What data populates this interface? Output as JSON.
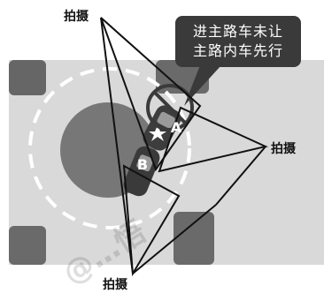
{
  "callout": {
    "line1": "进主路车未让",
    "line2": "主路内车先行"
  },
  "labels": {
    "top_left": "拍摄",
    "right": "拍摄",
    "bottom": "拍摄"
  },
  "cars": {
    "a": "A",
    "b": "B"
  },
  "watermark": "@…悟"
}
